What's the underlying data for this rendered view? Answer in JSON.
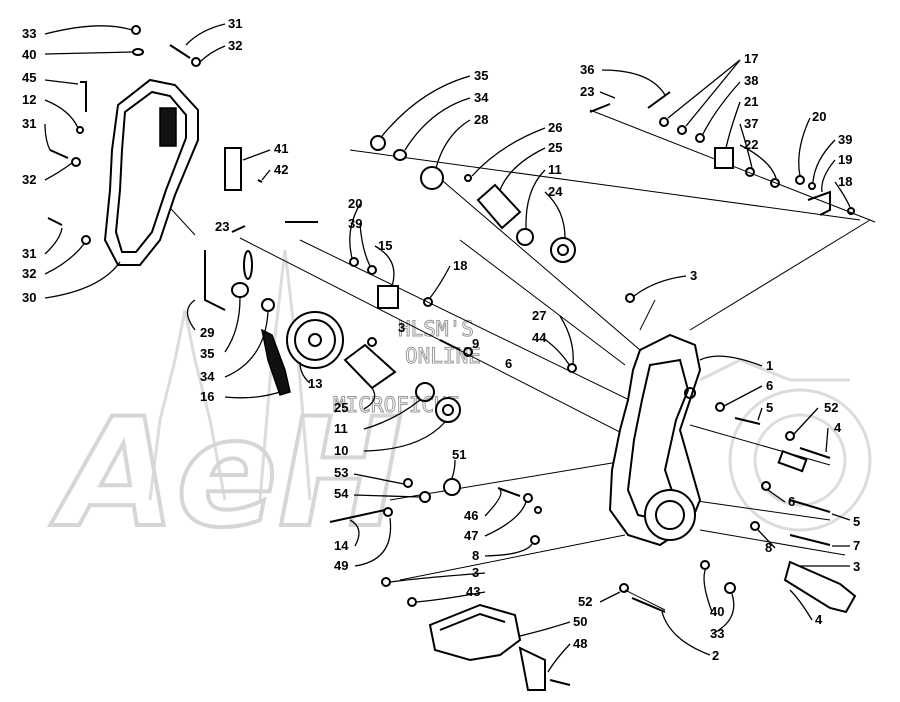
{
  "watermark": {
    "brand": "AeH",
    "lines": [
      "HLSM'S",
      "ONLINE",
      "MICROFICHE"
    ]
  },
  "callouts": [
    {
      "id": "c33a",
      "label": "33"
    },
    {
      "id": "c40a",
      "label": "40"
    },
    {
      "id": "c45",
      "label": "45"
    },
    {
      "id": "c12",
      "label": "12"
    },
    {
      "id": "c31a",
      "label": "31"
    },
    {
      "id": "c32a",
      "label": "32"
    },
    {
      "id": "c31b",
      "label": "31"
    },
    {
      "id": "c32b",
      "label": "32"
    },
    {
      "id": "c31c",
      "label": "31"
    },
    {
      "id": "c32c",
      "label": "32"
    },
    {
      "id": "c30",
      "label": "30"
    },
    {
      "id": "c41",
      "label": "41"
    },
    {
      "id": "c42",
      "label": "42"
    },
    {
      "id": "c23a",
      "label": "23"
    },
    {
      "id": "c29",
      "label": "29"
    },
    {
      "id": "c35a",
      "label": "35"
    },
    {
      "id": "c34a",
      "label": "34"
    },
    {
      "id": "c16",
      "label": "16"
    },
    {
      "id": "c13",
      "label": "13"
    },
    {
      "id": "c35b",
      "label": "35"
    },
    {
      "id": "c34b",
      "label": "34"
    },
    {
      "id": "c28",
      "label": "28"
    },
    {
      "id": "c26",
      "label": "26"
    },
    {
      "id": "c25",
      "label": "25"
    },
    {
      "id": "c11a",
      "label": "11"
    },
    {
      "id": "c24",
      "label": "24"
    },
    {
      "id": "c36",
      "label": "36"
    },
    {
      "id": "c23b",
      "label": "23"
    },
    {
      "id": "c17",
      "label": "17"
    },
    {
      "id": "c38",
      "label": "38"
    },
    {
      "id": "c21",
      "label": "21"
    },
    {
      "id": "c37",
      "label": "37"
    },
    {
      "id": "c22",
      "label": "22"
    },
    {
      "id": "c20a",
      "label": "20"
    },
    {
      "id": "c39a",
      "label": "39"
    },
    {
      "id": "c19",
      "label": "19"
    },
    {
      "id": "c18a",
      "label": "18"
    },
    {
      "id": "c20b",
      "label": "20"
    },
    {
      "id": "c39b",
      "label": "39"
    },
    {
      "id": "c15",
      "label": "15"
    },
    {
      "id": "c18b",
      "label": "18"
    },
    {
      "id": "c3a",
      "label": "3"
    },
    {
      "id": "c3b",
      "label": "3"
    },
    {
      "id": "c9",
      "label": "9"
    },
    {
      "id": "c6a",
      "label": "6"
    },
    {
      "id": "c27",
      "label": "27"
    },
    {
      "id": "c44",
      "label": "44"
    },
    {
      "id": "c1",
      "label": "1"
    },
    {
      "id": "c6b",
      "label": "6"
    },
    {
      "id": "c5a",
      "label": "5"
    },
    {
      "id": "c52a",
      "label": "52"
    },
    {
      "id": "c4a",
      "label": "4"
    },
    {
      "id": "c25b",
      "label": "25"
    },
    {
      "id": "c11b",
      "label": "11"
    },
    {
      "id": "c10",
      "label": "10"
    },
    {
      "id": "c51",
      "label": "51"
    },
    {
      "id": "c53",
      "label": "53"
    },
    {
      "id": "c54",
      "label": "54"
    },
    {
      "id": "c46",
      "label": "46"
    },
    {
      "id": "c47",
      "label": "47"
    },
    {
      "id": "c8a",
      "label": "8"
    },
    {
      "id": "c14",
      "label": "14"
    },
    {
      "id": "c49",
      "label": "49"
    },
    {
      "id": "c6c",
      "label": "6"
    },
    {
      "id": "c5b",
      "label": "5"
    },
    {
      "id": "c8b",
      "label": "8"
    },
    {
      "id": "c7",
      "label": "7"
    },
    {
      "id": "c3c",
      "label": "3"
    },
    {
      "id": "c3d",
      "label": "3"
    },
    {
      "id": "c43",
      "label": "43"
    },
    {
      "id": "c52b",
      "label": "52"
    },
    {
      "id": "c40b",
      "label": "40"
    },
    {
      "id": "c33b",
      "label": "33"
    },
    {
      "id": "c4b",
      "label": "4"
    },
    {
      "id": "c50",
      "label": "50"
    },
    {
      "id": "c48",
      "label": "48"
    },
    {
      "id": "c2",
      "label": "2"
    }
  ]
}
